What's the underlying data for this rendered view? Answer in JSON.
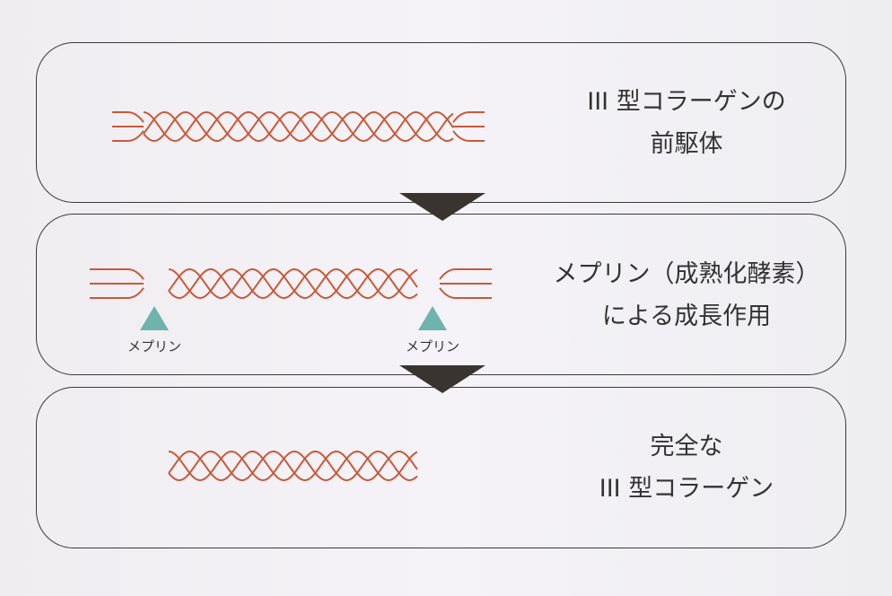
{
  "steps": [
    {
      "line1": "III 型コラーゲンの",
      "line2": "前駆体"
    },
    {
      "line1": "メプリン（成熟化酵素）",
      "line2": "による成長作用"
    },
    {
      "line1": "完全な",
      "line2": "III 型コラーゲン"
    }
  ],
  "enzyme_label": "メプリン",
  "colors": {
    "strand": "#c8593a",
    "enzyme": "#6fb3ad",
    "arrow": "#3a3431"
  }
}
